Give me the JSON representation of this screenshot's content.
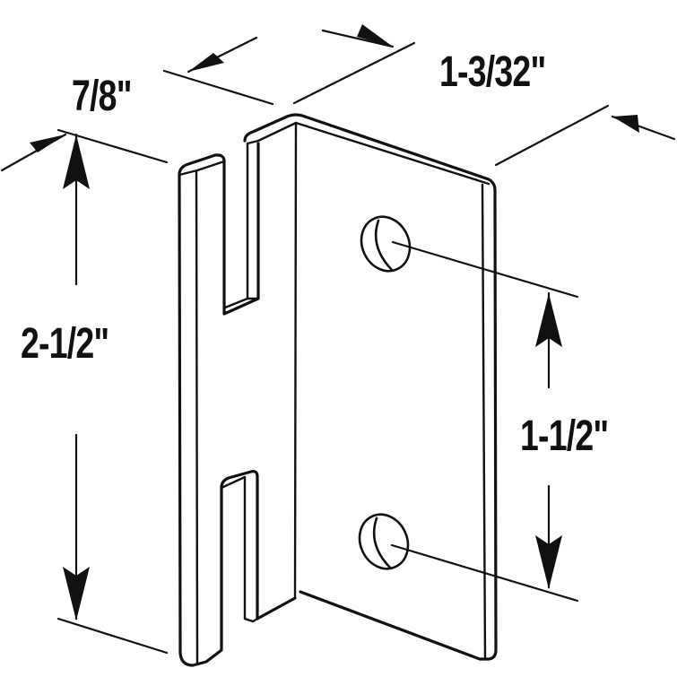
{
  "diagram": {
    "subject": "bracket-with-two-mounting-holes",
    "colors": {
      "line": "#111111",
      "background": "#ffffff"
    },
    "dimensions": {
      "width_flange": "7/8\"",
      "width_face": "1-3/32\"",
      "height": "2-1/2\"",
      "hole_spacing": "1-1/2\""
    }
  }
}
